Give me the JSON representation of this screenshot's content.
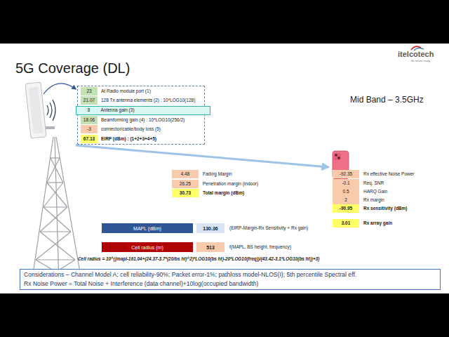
{
  "diagram": {
    "title": "5G Coverage (DL)",
    "nodes": [
      {
        "text": [
          "23",
          "At Radio module port (1)",
          "21.07",
          "128 Tx antenna elements (2) : 10*LOG10(128)",
          "18.06",
          "Beamforming gain (4) : 10*LOG10(256/2)",
          "-3",
          "connector/cable/body loss (5)",
          "67.13",
          "EIRP (dBm) : (1+2+3+4+5)"
        ]
      },
      {
        "text": [
          "8",
          "Antenna gain (3)"
        ],
        "in": 0
      },
      {
        "text": [
          "MAPL (dBm)"
        ]
      },
      {
        "text": [
          "Cell radius (m)"
        ]
      },
      {
        "text": [
          "Considerations – Channel Model A; cell reliability-90%; Packet error-1%; pathloss model-NLOS(I); 5th percentile Spectral eff.",
          "Rx Noise Power = Total Noise + Interference (data channel)+10log(occupied bandwidth)"
        ]
      }
    ],
    "labels": [
      "itelcotech",
      "Be future ready",
      "Mid Band – 3.5GHz",
      "4.48",
      "Fading Margin",
      "26.25",
      "Penetration margin (indoor)",
      "30.73",
      "Total margin (dBm)",
      "-92.35",
      "Rx effective Noise Power",
      "-0.1",
      "Req. SNR",
      "0.5",
      "HARQ Gain",
      "2",
      "Rx margin",
      "-90.95",
      "Rx sensitivity (dBm)",
      "3.01",
      "Rx array gain",
      "130.36",
      "(EIRP-Margin-Rx Sensitivity + Rx gain)",
      "513",
      "f(MAPL, BS height, frequency)",
      "Cell radius = 10^((mapl-161.04+(24.37-3.7*(20/bs ht)^2)*LOG10(bs ht)-20*LOG10(freq))/(43.42-3.1*LOG10(bs ht))+3)"
    ]
  }
}
